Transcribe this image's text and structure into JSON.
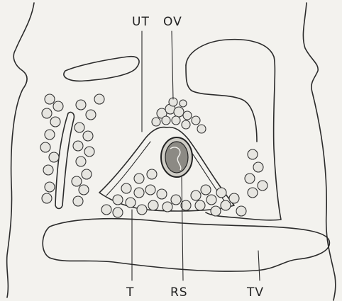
{
  "labels": {
    "ut": "UT",
    "ov": "OV",
    "t": "T",
    "rs": "RS",
    "tv": "TV"
  },
  "colors": {
    "ink": "#2b2b2b",
    "paper": "#f3f2ee"
  }
}
